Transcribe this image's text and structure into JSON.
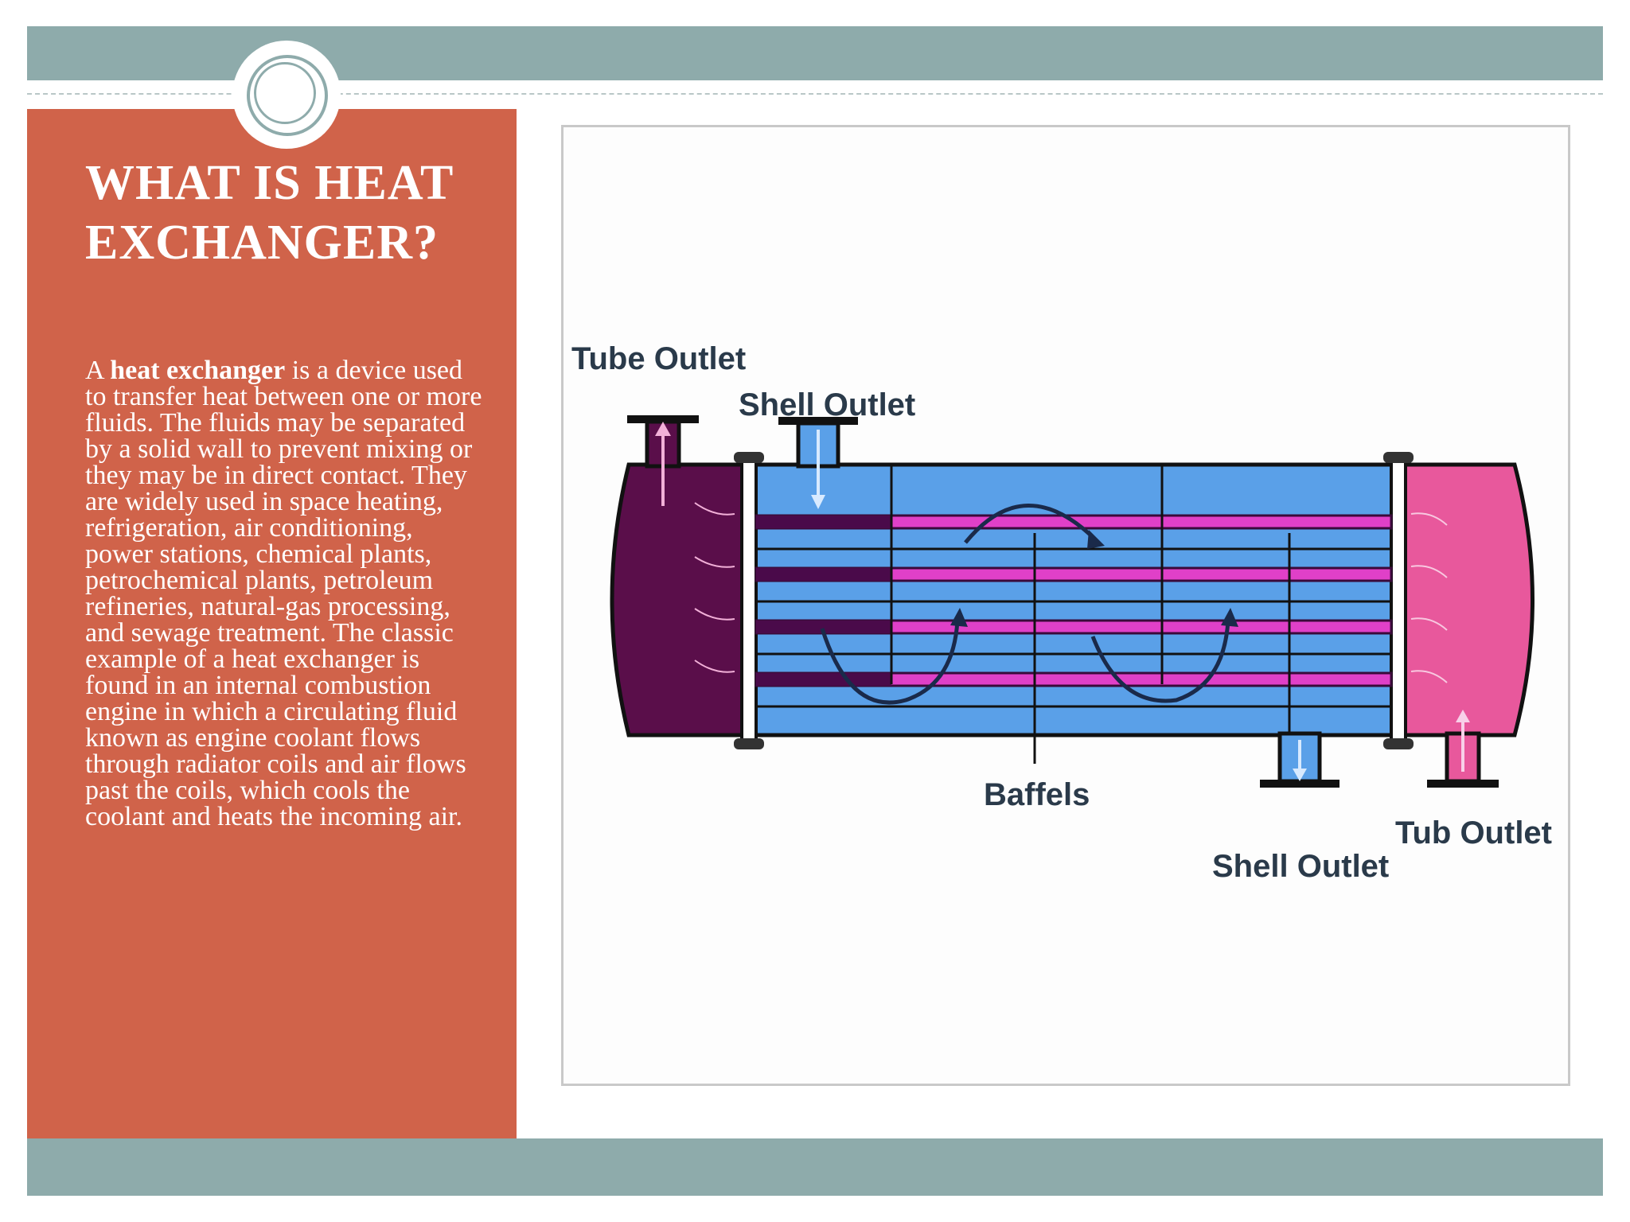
{
  "slide": {
    "title": "WHAT IS HEAT EXCHANGER?",
    "body": {
      "lead": "A",
      "term": "heat exchanger",
      "text": "is a device used to transfer heat between one or more fluids. The fluids may be separated by a solid wall to prevent mixing or they may be in direct contact. They are widely used in space heating, refrigeration, air conditioning, power stations, chemical plants, petrochemical plants, petroleum refineries, natural-gas processing, and sewage treatment. The classic example of a heat exchanger is found in an internal combustion engine in which a circulating fluid known as engine coolant flows through radiator coils and air flows past the coils, which cools the coolant and heats the incoming air."
    }
  },
  "diagram": {
    "labels": {
      "tube_outlet": "Tube Outlet",
      "shell_outlet_top": "Shell Outlet",
      "baffels": "Baffels",
      "shell_outlet_bottom": "Shell Outlet",
      "tub_outlet": "Tub Outlet"
    },
    "colors": {
      "shell": "#5aa0e8",
      "tube": "#e040c8",
      "left_head": "#5a0e4a",
      "right_head": "#e8589c",
      "panel": "#d0634a",
      "band": "#8eabab"
    }
  }
}
